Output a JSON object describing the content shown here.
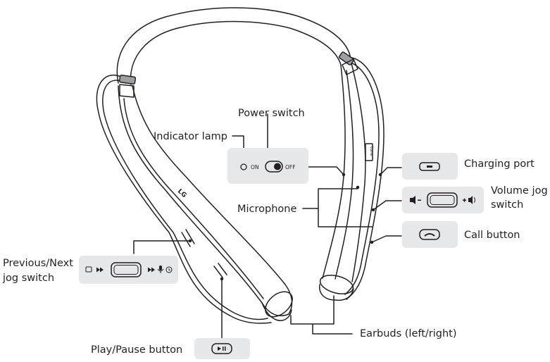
{
  "labels": {
    "power_switch": "Power switch",
    "indicator_lamp": "Indicator lamp",
    "charging_port": "Charging port",
    "volume_jog_line1": "Volume jog",
    "volume_jog_line2": "switch",
    "microphone": "Microphone",
    "call_button": "Call button",
    "prev_next_line1": "Previous/Next",
    "prev_next_line2": "jog switch",
    "earbuds": "Earbuds (left/right)",
    "play_pause": "Play/Pause button"
  },
  "switch_text": {
    "on": "ON",
    "off": "OFF"
  },
  "device_text": {
    "brand": "LG",
    "badge": "tone"
  },
  "icons": {
    "indicator": "indicator-lamp-icon",
    "charging": "usb-port-icon",
    "call": "phone-handset-icon",
    "play_pause": "play-pause-icon",
    "volume_down": "volume-down-icon",
    "volume_up": "volume-up-icon",
    "prev": "rewind-icon",
    "next": "fast-forward-icon",
    "message": "message-icon",
    "mic": "microphone-icon",
    "alarm": "alarm-clock-icon"
  },
  "colors": {
    "line": "#231f20",
    "panel": "#e6e7e8",
    "band_ring": "#9d9fa2"
  }
}
